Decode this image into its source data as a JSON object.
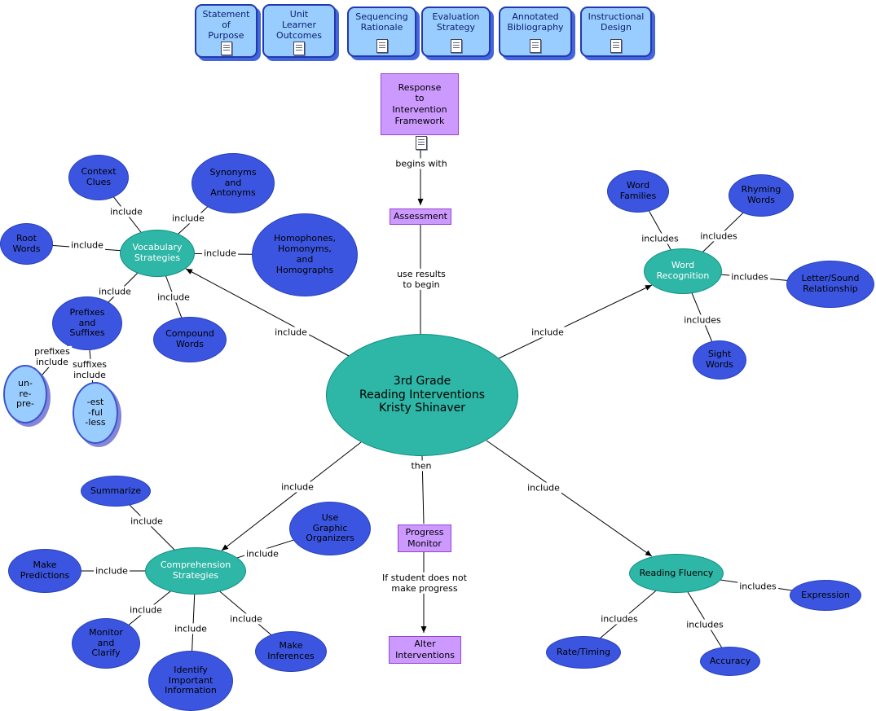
{
  "palette": {
    "teal": "#2eb6a6",
    "blue": "#3b55e0",
    "light_blue": "#99ccff",
    "purple": "#cc99ff",
    "purple_border": "#9944cc",
    "resource_border": "#2038b0",
    "resource_shadow": "#4466dd",
    "line": "#000000"
  },
  "resources": [
    {
      "label": "Statement\nof\nPurpose"
    },
    {
      "label": "Unit\nLearner\nOutcomes"
    },
    {
      "label": "Sequencing\nRationale"
    },
    {
      "label": "Evaluation\nStrategy"
    },
    {
      "label": "Annotated\nBibliography"
    },
    {
      "label": "Instructional\nDesign"
    }
  ],
  "flow": {
    "framework": "Response\nto\nIntervention\nFramework",
    "begins_with": "begins with",
    "assessment": "Assessment",
    "use_results": "use results\nto begin",
    "then": "then",
    "progress_monitor": "Progress\nMonitor",
    "no_progress": "If student does not\nmake progress",
    "alter_interventions": "Alter\nInterventions"
  },
  "map": {
    "center": {
      "label": "3rd Grade\nReading Interventions\nKristy Shinaver"
    },
    "vocabulary": {
      "hub": "Vocabulary\nStrategies",
      "edge": "include",
      "children": [
        {
          "label": "Context\nClues",
          "edge": "include"
        },
        {
          "label": "Synonyms\nand\nAntonyms",
          "edge": "include"
        },
        {
          "label": "Root\nWords",
          "edge": "include"
        },
        {
          "label": "Homophones,\nHomonyms,\nand\nHomographs",
          "edge": "include"
        },
        {
          "label": "Prefixes\nand\nSuffixes",
          "edge": "include"
        },
        {
          "label": "Compound\nWords",
          "edge": "include"
        }
      ],
      "prefixes_child": {
        "label": "un-\nre-\npre-",
        "edge": "prefixes\ninclude"
      },
      "suffixes_child": {
        "label": "-est\n-ful\n-less",
        "edge": "suffixes\ninclude"
      }
    },
    "word_recognition": {
      "hub": "Word\nRecognition",
      "edge": "include",
      "children": [
        {
          "label": "Word\nFamilies",
          "edge": "includes"
        },
        {
          "label": "Rhyming\nWords",
          "edge": "includes"
        },
        {
          "label": "Letter/Sound\nRelationship",
          "edge": "includes"
        },
        {
          "label": "Sight\nWords",
          "edge": "includes"
        }
      ]
    },
    "comprehension": {
      "hub": "Comprehension\nStrategies",
      "edge": "include",
      "children": [
        {
          "label": "Summarize",
          "edge": "include"
        },
        {
          "label": "Use\nGraphic\nOrganizers",
          "edge": "include"
        },
        {
          "label": "Make\nPredictions",
          "edge": "include"
        },
        {
          "label": "Monitor\nand\nClarify",
          "edge": "include"
        },
        {
          "label": "Identify\nImportant\nInformation",
          "edge": "include"
        },
        {
          "label": "Make\nInferences",
          "edge": "include"
        }
      ]
    },
    "reading_fluency": {
      "hub": "Reading Fluency",
      "edge": "include",
      "children": [
        {
          "label": "Expression",
          "edge": "includes"
        },
        {
          "label": "Rate/Timing",
          "edge": "includes"
        },
        {
          "label": "Accuracy",
          "edge": "includes"
        }
      ]
    }
  }
}
